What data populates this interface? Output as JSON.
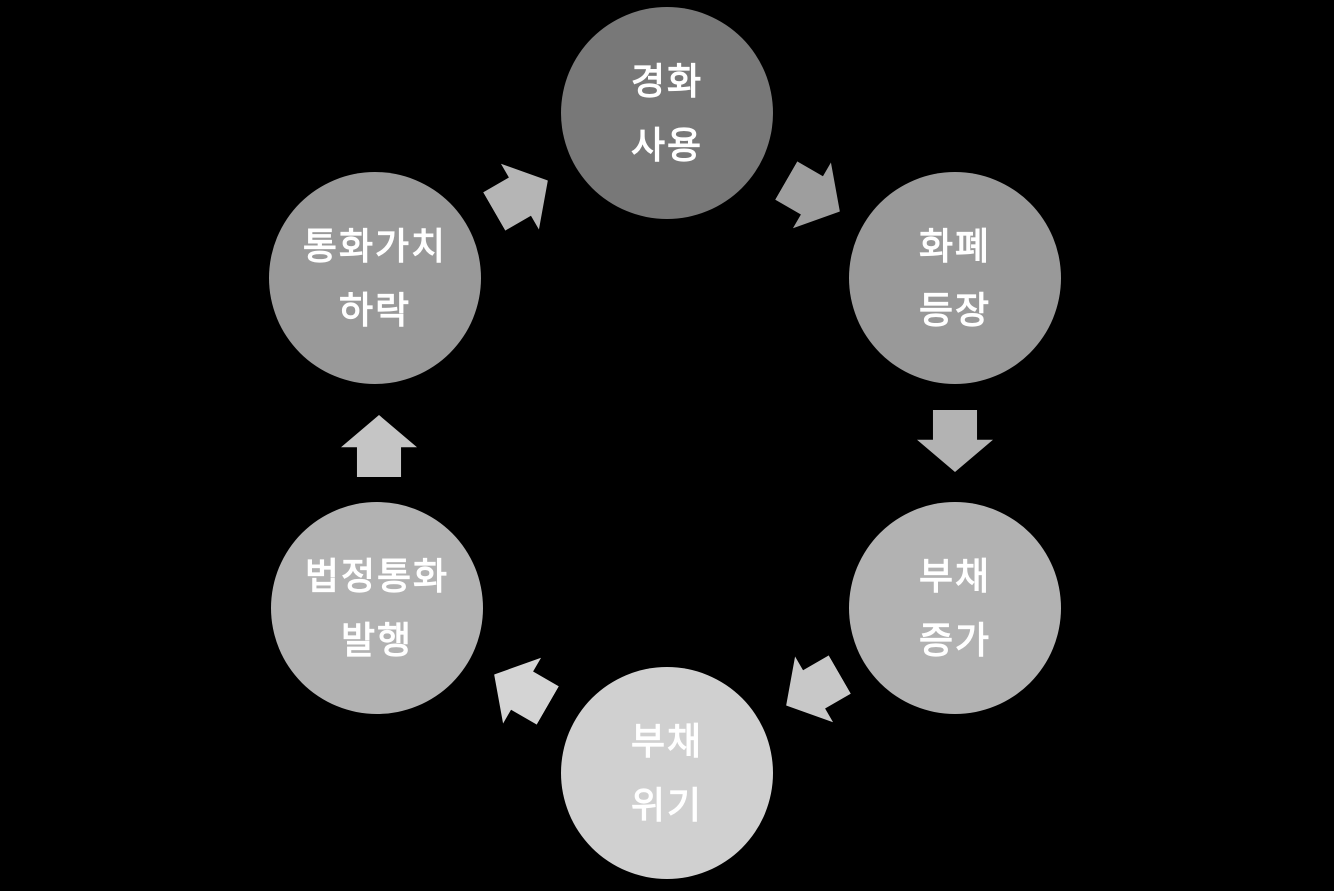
{
  "diagram": {
    "type": "cycle",
    "background_color": "#000000",
    "node_text_color": "#ffffff",
    "nodes": [
      {
        "id": "hard-currency-use",
        "label": "경화 사용",
        "label_line1": "경화",
        "label_line2": "사용",
        "color": "#787878",
        "position": "top"
      },
      {
        "id": "money-emerges",
        "label": "화폐 등장",
        "label_line1": "화폐",
        "label_line2": "등장",
        "color": "#999999",
        "position": "top-right"
      },
      {
        "id": "debt-increase",
        "label": "부채 증가",
        "label_line1": "부채",
        "label_line2": "증가",
        "color": "#b2b2b2",
        "position": "bottom-right"
      },
      {
        "id": "debt-crisis",
        "label": "부채 위기",
        "label_line1": "부채",
        "label_line2": "위기",
        "color": "#d0d0d0",
        "position": "bottom"
      },
      {
        "id": "fiat-currency-issuance",
        "label": "법정통화 발행",
        "label_line1": "법정통화",
        "label_line2": "발행",
        "color": "#b2b2b2",
        "position": "bottom-left"
      },
      {
        "id": "currency-value-decline",
        "label": "통화가치 하락",
        "label_line1": "통화가치",
        "label_line2": "하락",
        "color": "#999999",
        "position": "top-left"
      }
    ],
    "arrows": [
      {
        "from": "경화 사용",
        "to": "화폐 등장",
        "direction": "down-right",
        "color": "#9e9e9e"
      },
      {
        "from": "화폐 등장",
        "to": "부채 증가",
        "direction": "down",
        "color": "#b3b3b3"
      },
      {
        "from": "부채 증가",
        "to": "부채 위기",
        "direction": "down-left",
        "color": "#c8c8c8"
      },
      {
        "from": "부채 위기",
        "to": "법정통화 발행",
        "direction": "up-left",
        "color": "#d4d4d4"
      },
      {
        "from": "법정통화 발행",
        "to": "통화가치 하락",
        "direction": "up",
        "color": "#c5c5c5"
      },
      {
        "from": "통화가치 하락",
        "to": "경화 사용",
        "direction": "up-right",
        "color": "#b5b5b5"
      }
    ]
  }
}
